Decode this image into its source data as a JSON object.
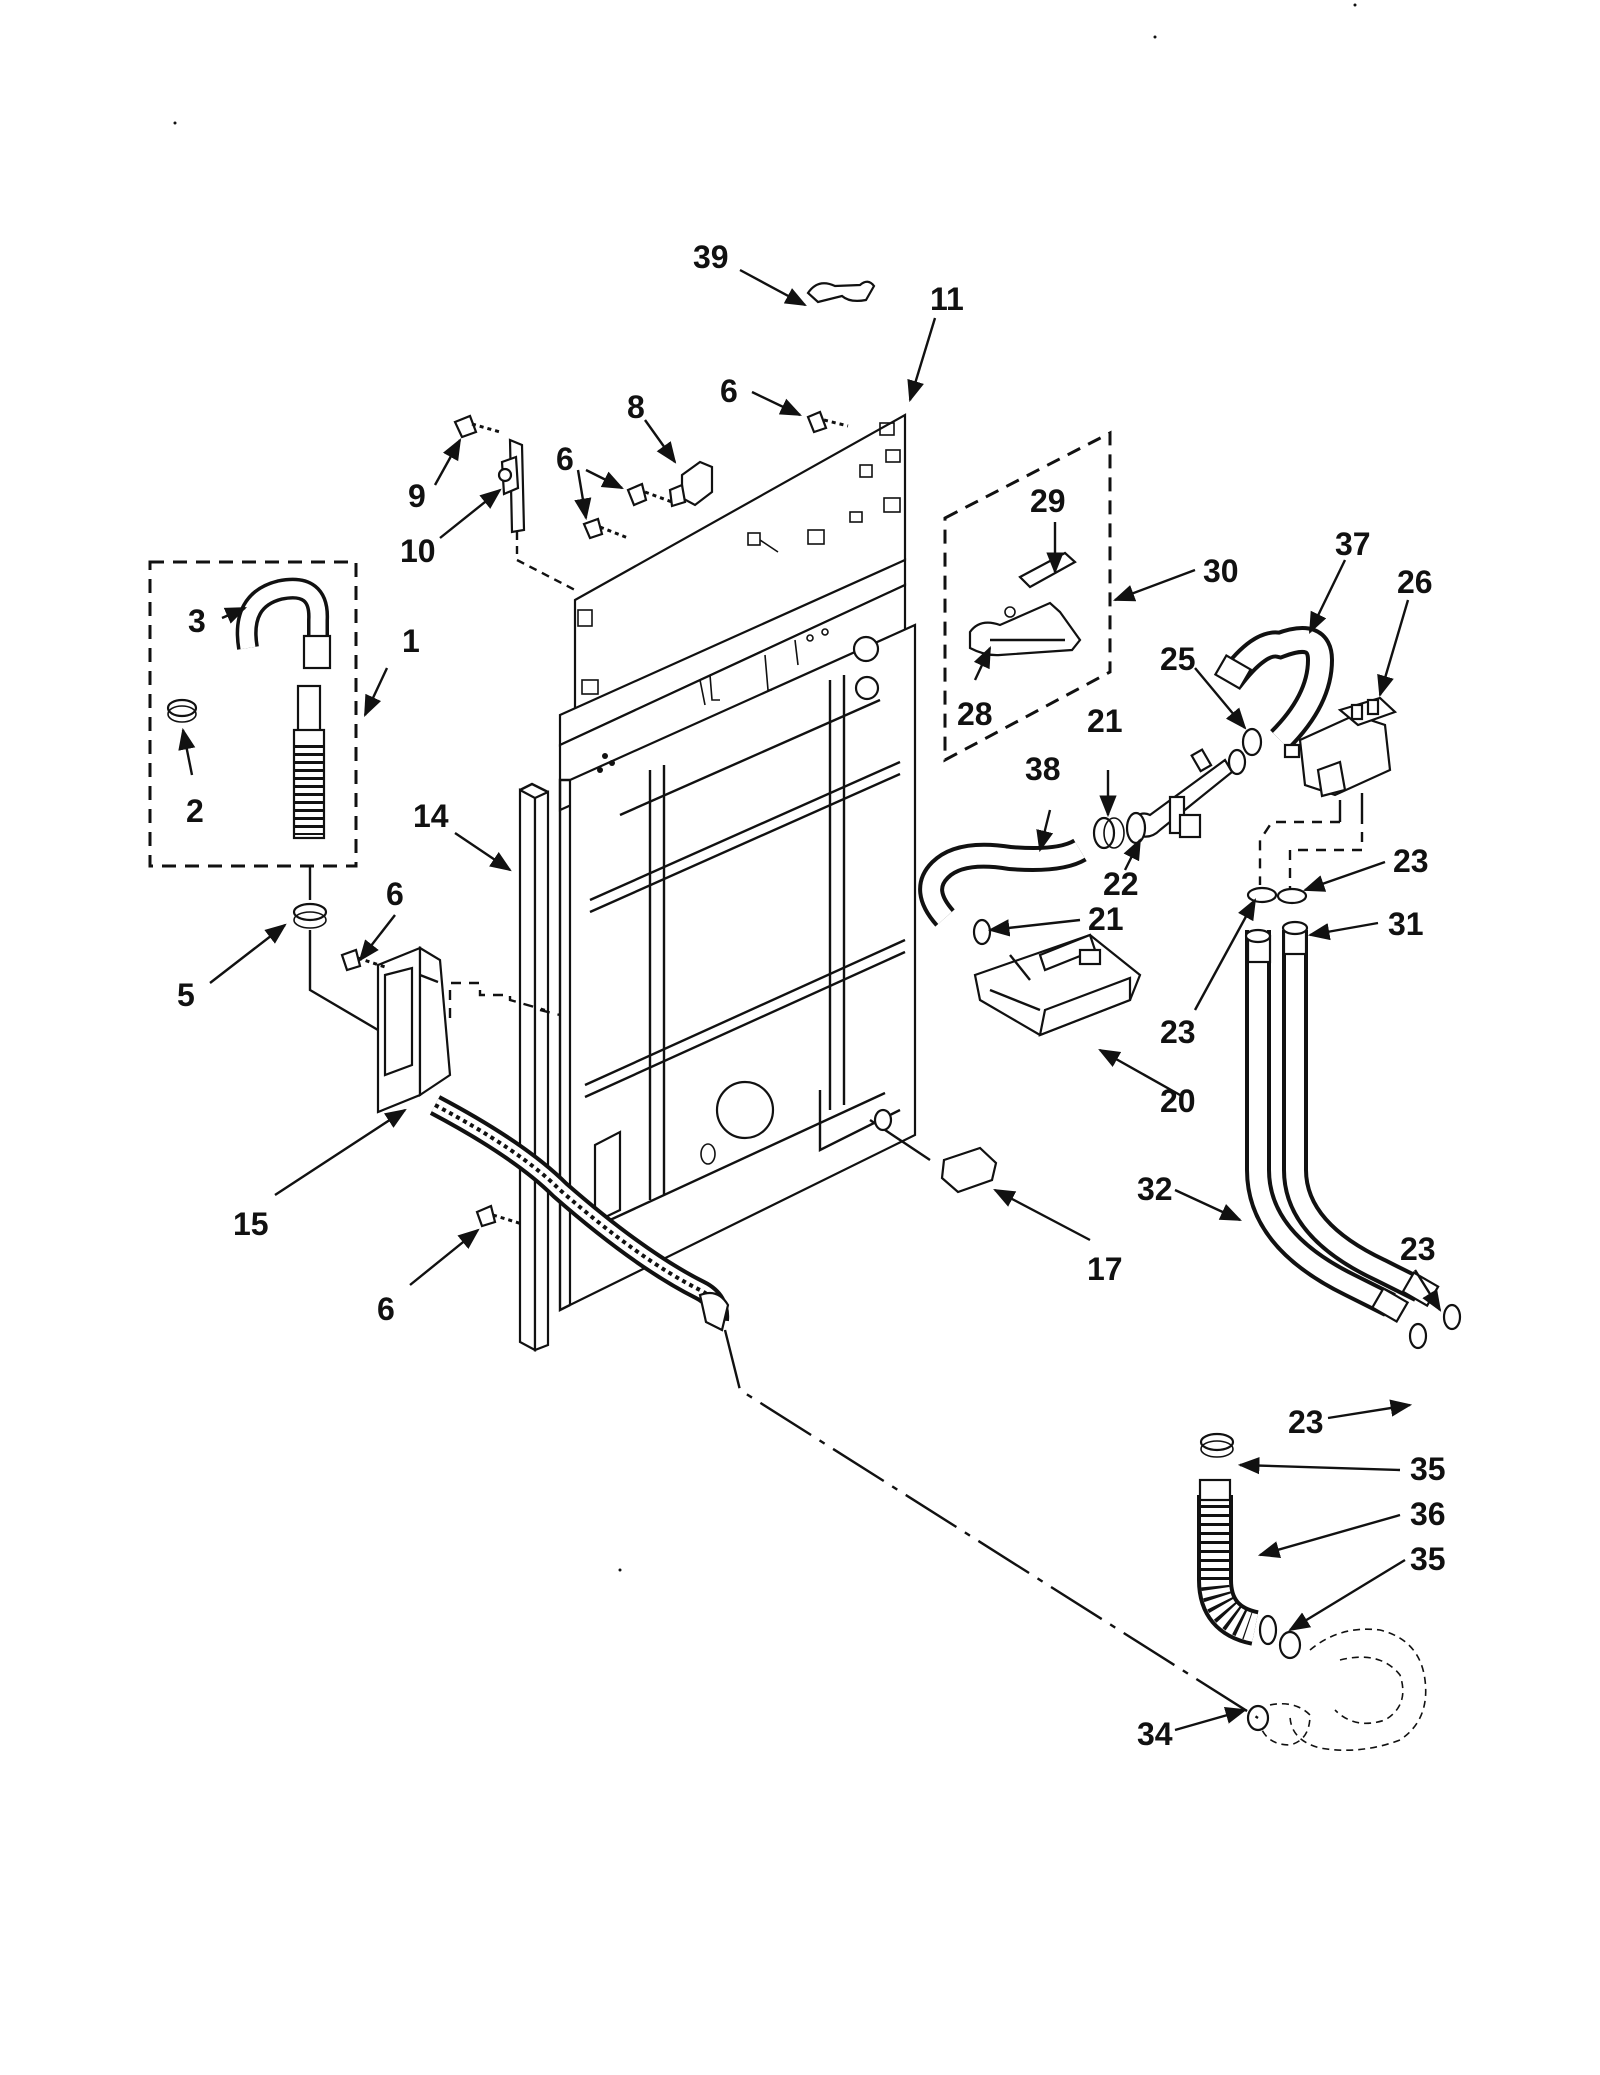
{
  "callouts": [
    {
      "id": "c39",
      "text": "39"
    },
    {
      "id": "c11",
      "text": "11"
    },
    {
      "id": "c6a",
      "text": "6"
    },
    {
      "id": "c8",
      "text": "8"
    },
    {
      "id": "c6b",
      "text": "6"
    },
    {
      "id": "c9",
      "text": "9"
    },
    {
      "id": "c10",
      "text": "10"
    },
    {
      "id": "c29",
      "text": "29"
    },
    {
      "id": "c30",
      "text": "30"
    },
    {
      "id": "c37",
      "text": "37"
    },
    {
      "id": "c26",
      "text": "26"
    },
    {
      "id": "c3",
      "text": "3"
    },
    {
      "id": "c1",
      "text": "1"
    },
    {
      "id": "c2",
      "text": "2"
    },
    {
      "id": "c25",
      "text": "25"
    },
    {
      "id": "c28",
      "text": "28"
    },
    {
      "id": "c21a",
      "text": "21"
    },
    {
      "id": "c38",
      "text": "38"
    },
    {
      "id": "c22",
      "text": "22"
    },
    {
      "id": "c14",
      "text": "14"
    },
    {
      "id": "c23a",
      "text": "23"
    },
    {
      "id": "c6c",
      "text": "6"
    },
    {
      "id": "c5",
      "text": "5"
    },
    {
      "id": "c21b",
      "text": "21"
    },
    {
      "id": "c31",
      "text": "31"
    },
    {
      "id": "c23b",
      "text": "23"
    },
    {
      "id": "c20",
      "text": "20"
    },
    {
      "id": "c15",
      "text": "15"
    },
    {
      "id": "c32",
      "text": "32"
    },
    {
      "id": "c17",
      "text": "17"
    },
    {
      "id": "c23c",
      "text": "23"
    },
    {
      "id": "c6d",
      "text": "6"
    },
    {
      "id": "c23d",
      "text": "23"
    },
    {
      "id": "c35a",
      "text": "35"
    },
    {
      "id": "c36",
      "text": "36"
    },
    {
      "id": "c35b",
      "text": "35"
    },
    {
      "id": "c34",
      "text": "34"
    }
  ]
}
